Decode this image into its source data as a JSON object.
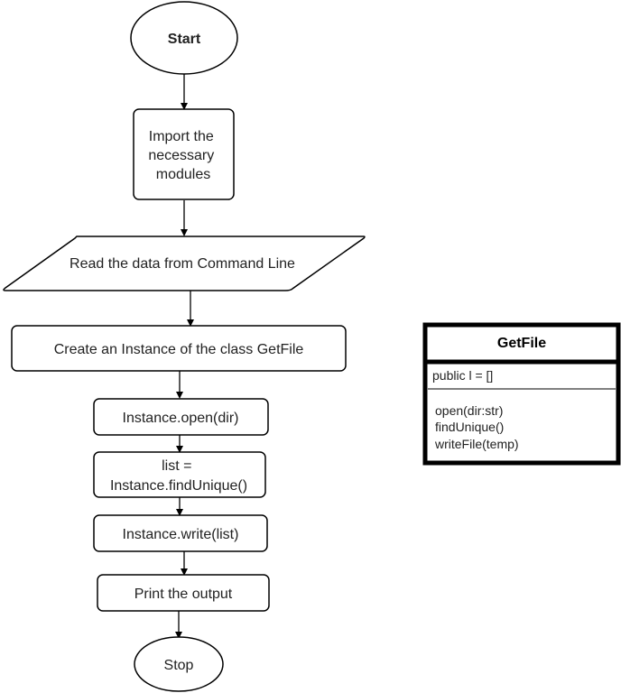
{
  "flowchart": {
    "start_label": "Start",
    "import_label": [
      "Import the",
      "necessary",
      "modules"
    ],
    "read_label": "Read the data from Command Line",
    "create_label": "Create an Instance of the class GetFile",
    "open_label": "Instance.open(dir)",
    "find_label": [
      "list =",
      "Instance.findUnique()"
    ],
    "write_label": "Instance.write(list)",
    "print_label": "Print the output",
    "stop_label": "Stop"
  },
  "class_box": {
    "title": "GetFile",
    "attributes": [
      "public l = []"
    ],
    "methods": [
      "open(dir:str)",
      "findUnique()",
      "writeFile(temp)"
    ]
  },
  "colors": {
    "stroke": "#000000",
    "fill": "#ffffff",
    "text": "#222222"
  }
}
